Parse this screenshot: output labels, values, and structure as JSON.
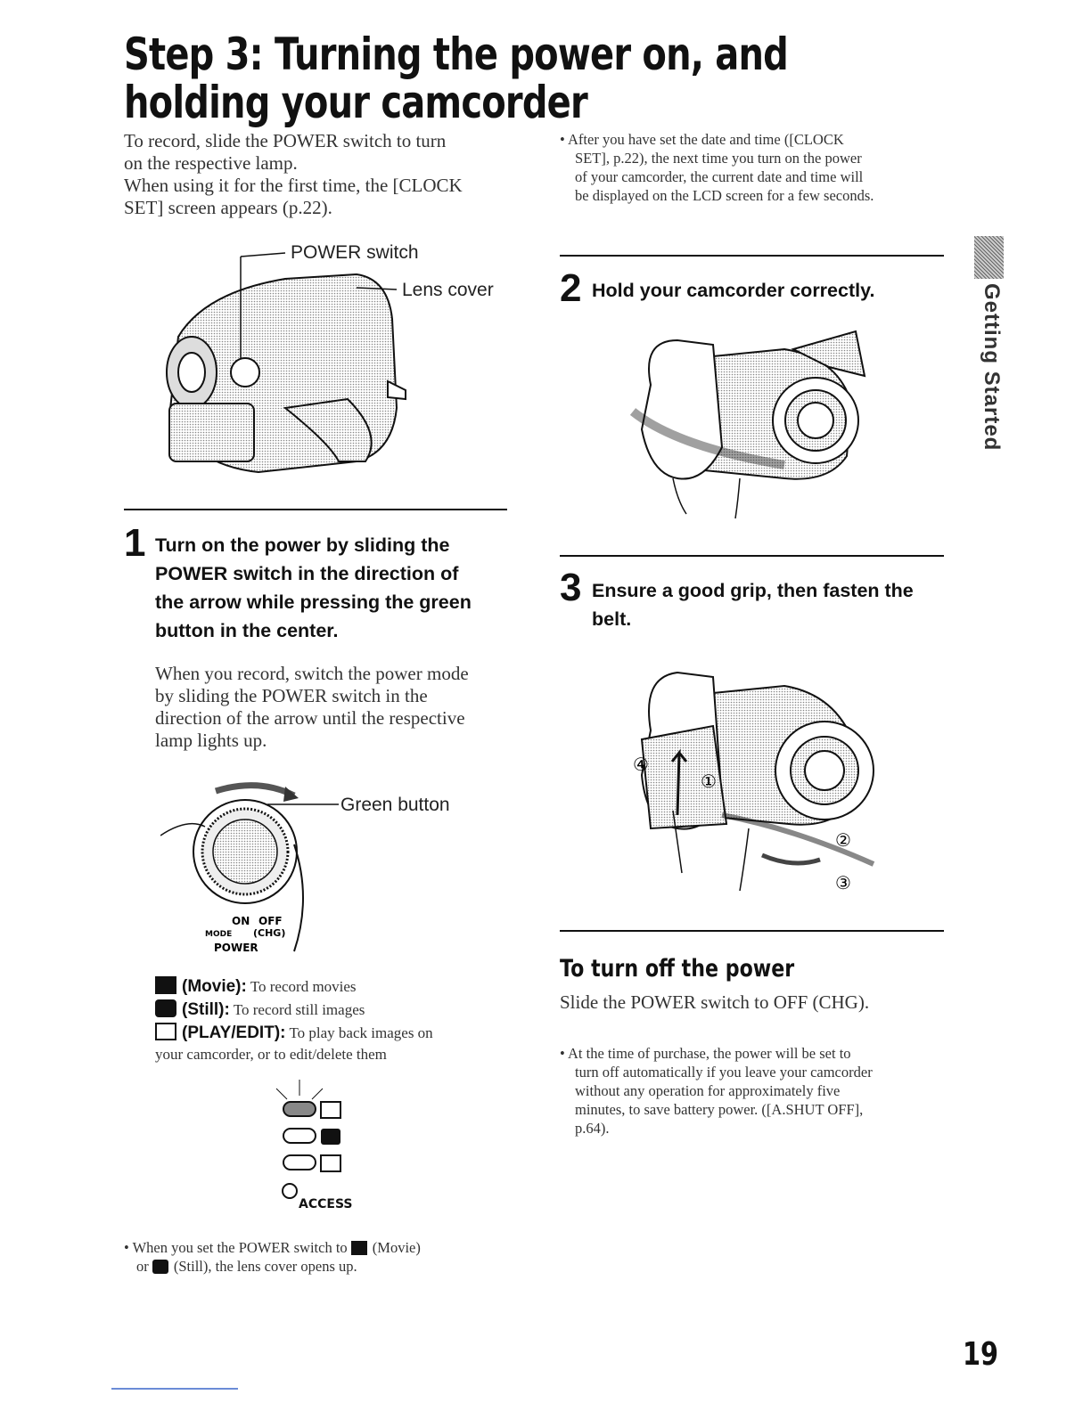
{
  "title": "Step 3: Turning the power on, and holding your camcorder",
  "intro": {
    "line1": "To record, slide the POWER switch to turn",
    "line2": "on the respective lamp.",
    "line3": "When using it for the first time, the [CLOCK",
    "line4": "SET] screen appears (p.22)."
  },
  "figure1": {
    "power_switch_label": "POWER switch",
    "lens_cover_label": "Lens cover"
  },
  "step1": {
    "number": "1",
    "heading_lines": [
      "Turn on the power by sliding the",
      "POWER switch in the direction of",
      "the arrow while pressing the green",
      "button in the center."
    ],
    "body_lines": [
      "When you record, switch the power mode",
      "by sliding the POWER switch in the",
      "direction of the arrow until the respective",
      "lamp lights up."
    ]
  },
  "figure2": {
    "green_button_label": "Green button",
    "dial_on": "ON",
    "dial_off": "OFF",
    "dial_mode": "MODE",
    "dial_chg": "(CHG)",
    "dial_power": "POWER",
    "access_label": "ACCESS"
  },
  "modes": {
    "movie_name": "(Movie):",
    "movie_desc": "To record movies",
    "still_name": "(Still):",
    "still_desc": "To record still images",
    "play_name": "(PLAY/EDIT):",
    "play_desc": "To play back images on",
    "play_desc2": "your camcorder, or to edit/delete them"
  },
  "note_left": {
    "line1_a": "When you set the POWER switch to",
    "line1_b": "(Movie)",
    "line2_a": "or",
    "line2_b": "(Still), the lens cover opens up."
  },
  "note_right_top": [
    "After you have set the date and time ([CLOCK",
    "SET], p.22), the next time you turn on the power",
    "of your camcorder, the current date and time will",
    "be displayed on the LCD screen for a few seconds."
  ],
  "step2": {
    "number": "2",
    "heading": "Hold your camcorder correctly."
  },
  "step3": {
    "number": "3",
    "heading_lines": [
      "Ensure a good grip, then fasten the",
      "belt."
    ],
    "callouts": [
      "①",
      "②",
      "③",
      "④"
    ]
  },
  "power_off": {
    "heading": "To turn off the power",
    "body": "Slide the POWER switch to OFF (CHG).",
    "note_lines": [
      "At the time of purchase, the power will be set to",
      "turn off automatically if you leave your camcorder",
      "without any operation for approximately five",
      "minutes, to save battery power. ([A.SHUT OFF],",
      "p.64)."
    ]
  },
  "side_tab": "Getting Started",
  "page_number": "19"
}
